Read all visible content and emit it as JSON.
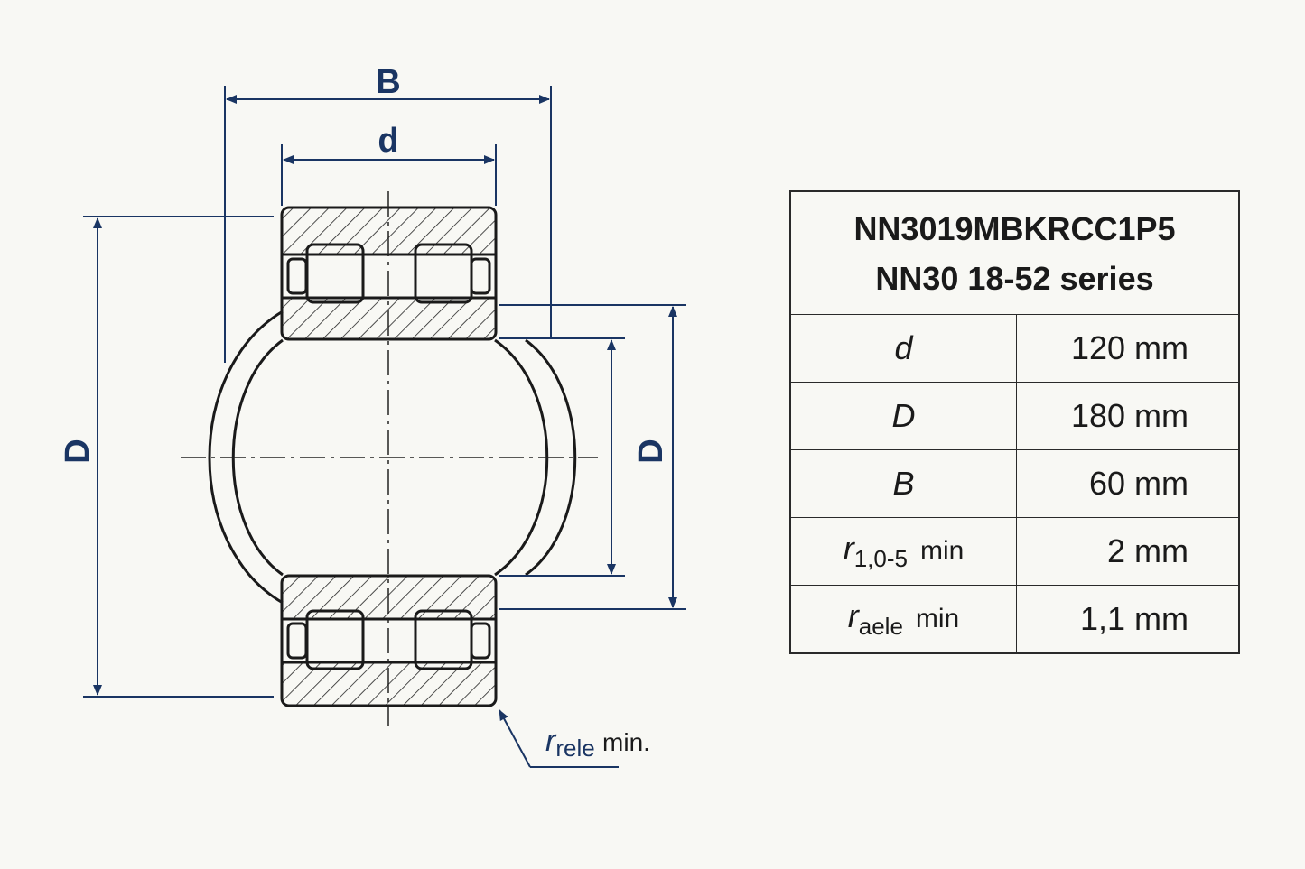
{
  "drawing": {
    "labels": {
      "B": "B",
      "d": "d",
      "D_left": "D",
      "D_right": "D"
    },
    "leader": {
      "symbol": "r",
      "subscript": "rele",
      "suffix": "min."
    },
    "colors": {
      "dimension": "#1a3563",
      "outline": "#1a1a1a",
      "background": "#f8f8f4"
    }
  },
  "table": {
    "title_line1": "NN3019MBKRCC1P5",
    "title_line2": "NN30 18-52 series",
    "rows": [
      {
        "symbol": "d",
        "subscript": "",
        "suffix": "",
        "value": "120 mm"
      },
      {
        "symbol": "D",
        "subscript": "",
        "suffix": "",
        "value": "180 mm"
      },
      {
        "symbol": "B",
        "subscript": "",
        "suffix": "",
        "value": "60 mm"
      },
      {
        "symbol": "r",
        "subscript": "1,0-5",
        "suffix": "min",
        "value": "2 mm"
      },
      {
        "symbol": "r",
        "subscript": "aele",
        "suffix": "min",
        "value": "1,1 mm"
      }
    ]
  }
}
